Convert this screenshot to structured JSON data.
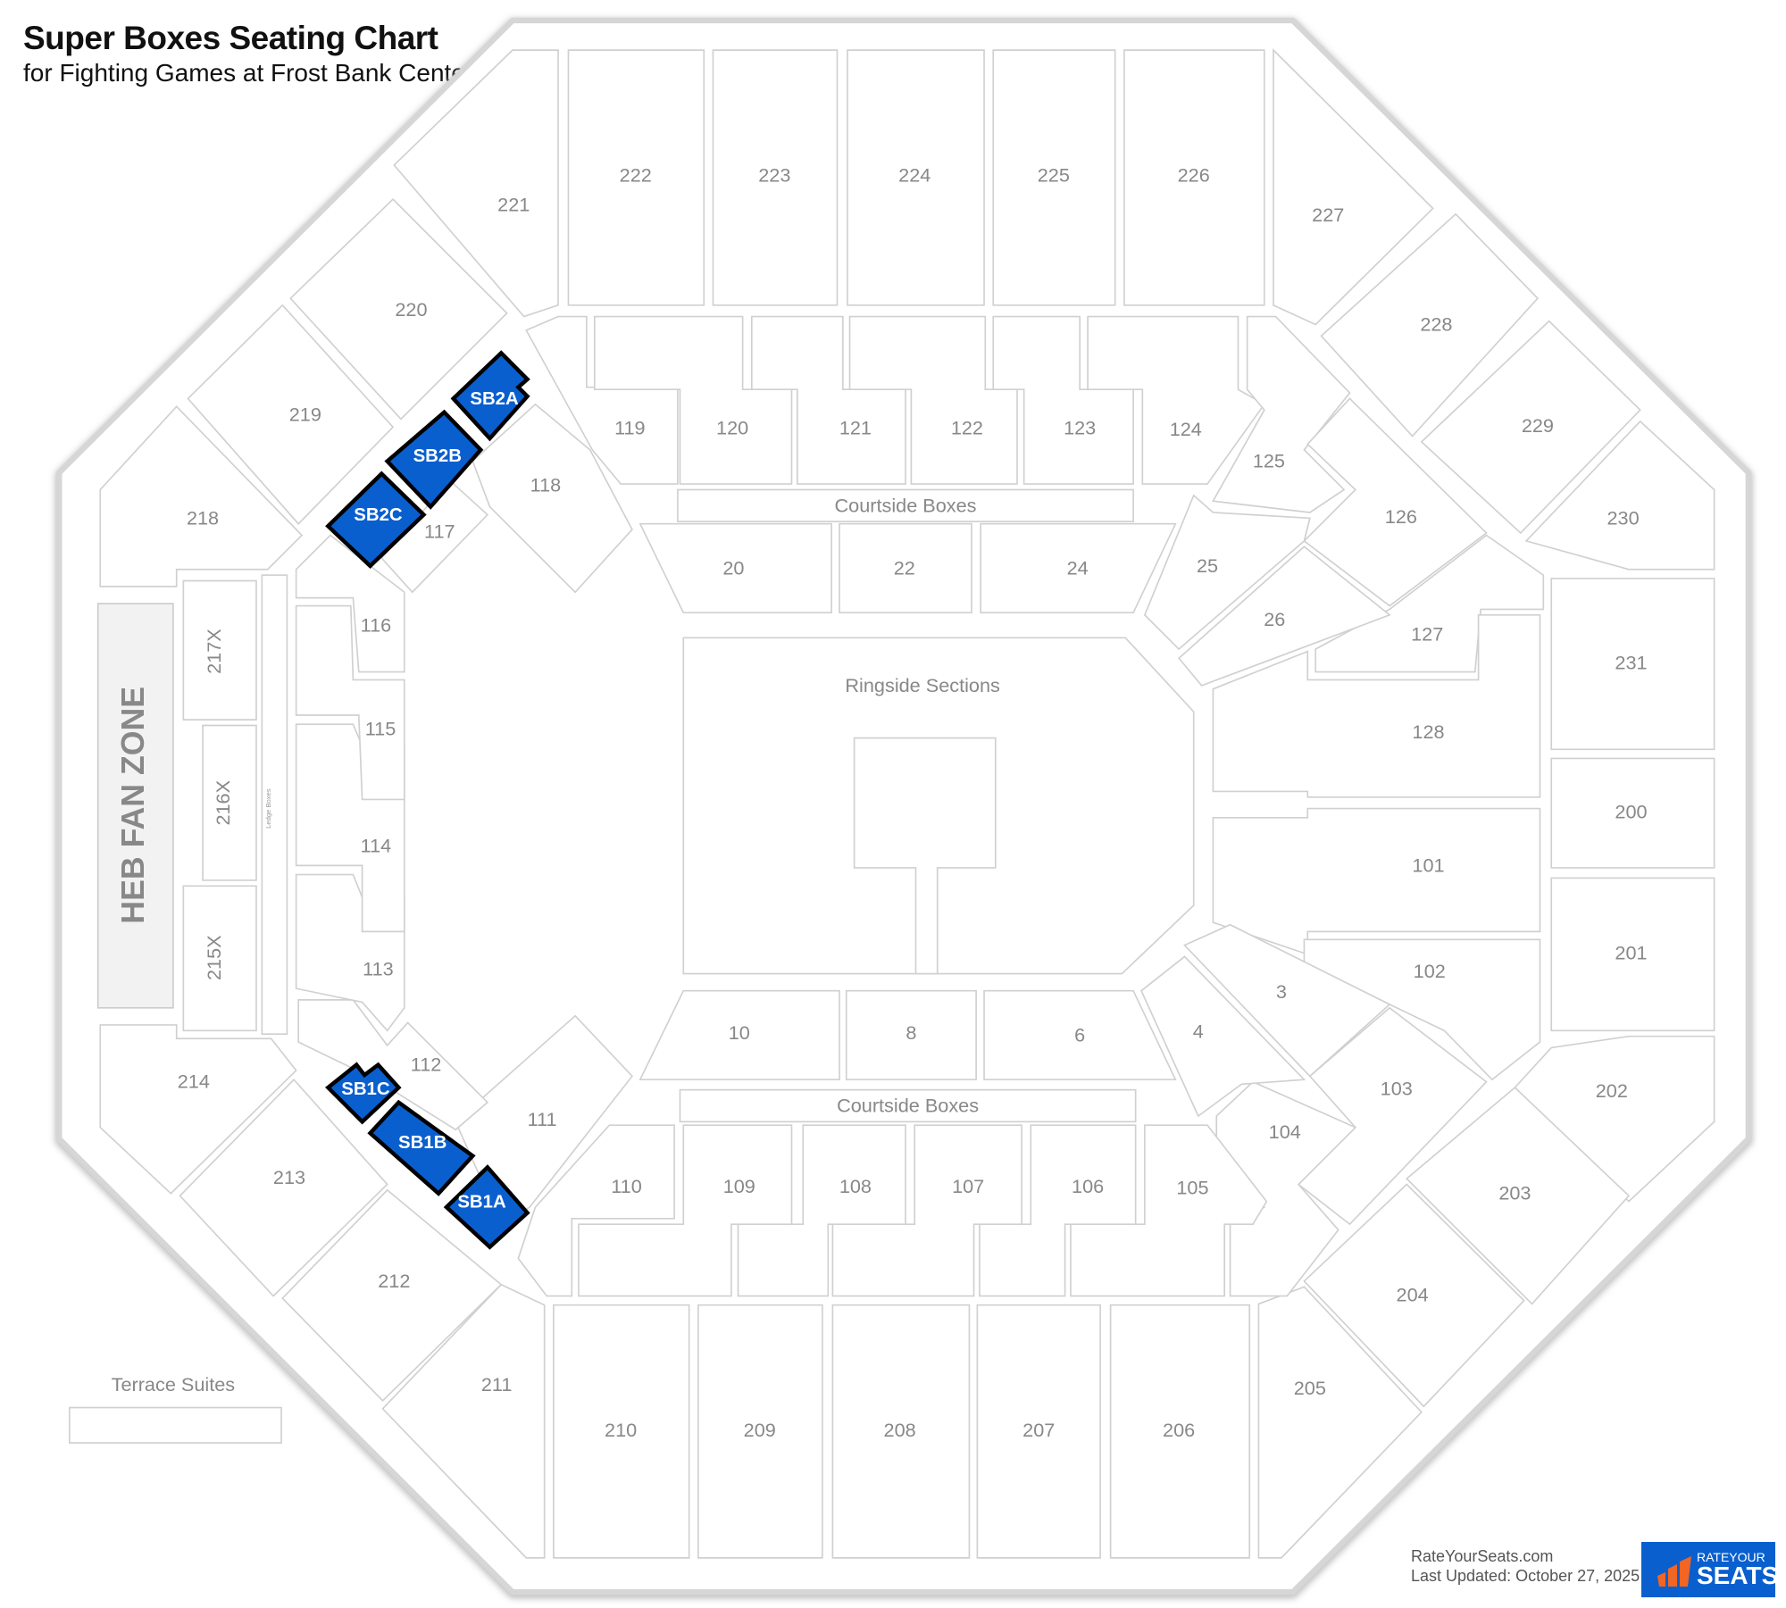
{
  "header": {
    "title": "Super Boxes Seating Chart",
    "subtitle": "for Fighting Games at Frost Bank Center"
  },
  "colors": {
    "highlight": "#0a5fcf",
    "outline": "#d0d0d0",
    "label": "#888888",
    "fan_zone": "#f2f2f2"
  },
  "sections": [
    "221",
    "222",
    "223",
    "224",
    "225",
    "226",
    "227",
    "228",
    "229",
    "230",
    "231",
    "200",
    "201",
    "202",
    "203",
    "204",
    "205",
    "206",
    "207",
    "208",
    "209",
    "210",
    "211",
    "212",
    "213",
    "214",
    "218",
    "219",
    "220",
    "119",
    "120",
    "121",
    "122",
    "123",
    "124",
    "125",
    "126",
    "127",
    "128",
    "101",
    "102",
    "103",
    "104",
    "105",
    "106",
    "107",
    "108",
    "109",
    "110",
    "111",
    "112",
    "113",
    "114",
    "115",
    "116",
    "117",
    "118",
    "20",
    "22",
    "24",
    "25",
    "26",
    "10",
    "8",
    "6",
    "4",
    "3",
    "217X",
    "216X",
    "215X"
  ],
  "highlighted_sections": [
    "SB2A",
    "SB2B",
    "SB2C",
    "SB1C",
    "SB1B",
    "SB1A"
  ],
  "areas": {
    "courtside_top": "Courtside Boxes",
    "courtside_bottom": "Courtside Boxes",
    "ringside": "Ringside Sections",
    "fan_zone": "HEB FAN ZONE",
    "ledge_boxes": "Ledge Boxes",
    "terrace_suites": "Terrace Suites"
  },
  "footer": {
    "site": "RateYourSeats.com",
    "updated": "Last Updated: October 27, 2025",
    "logo_top": "RATEYOUR",
    "logo_bottom": "SEATS"
  }
}
